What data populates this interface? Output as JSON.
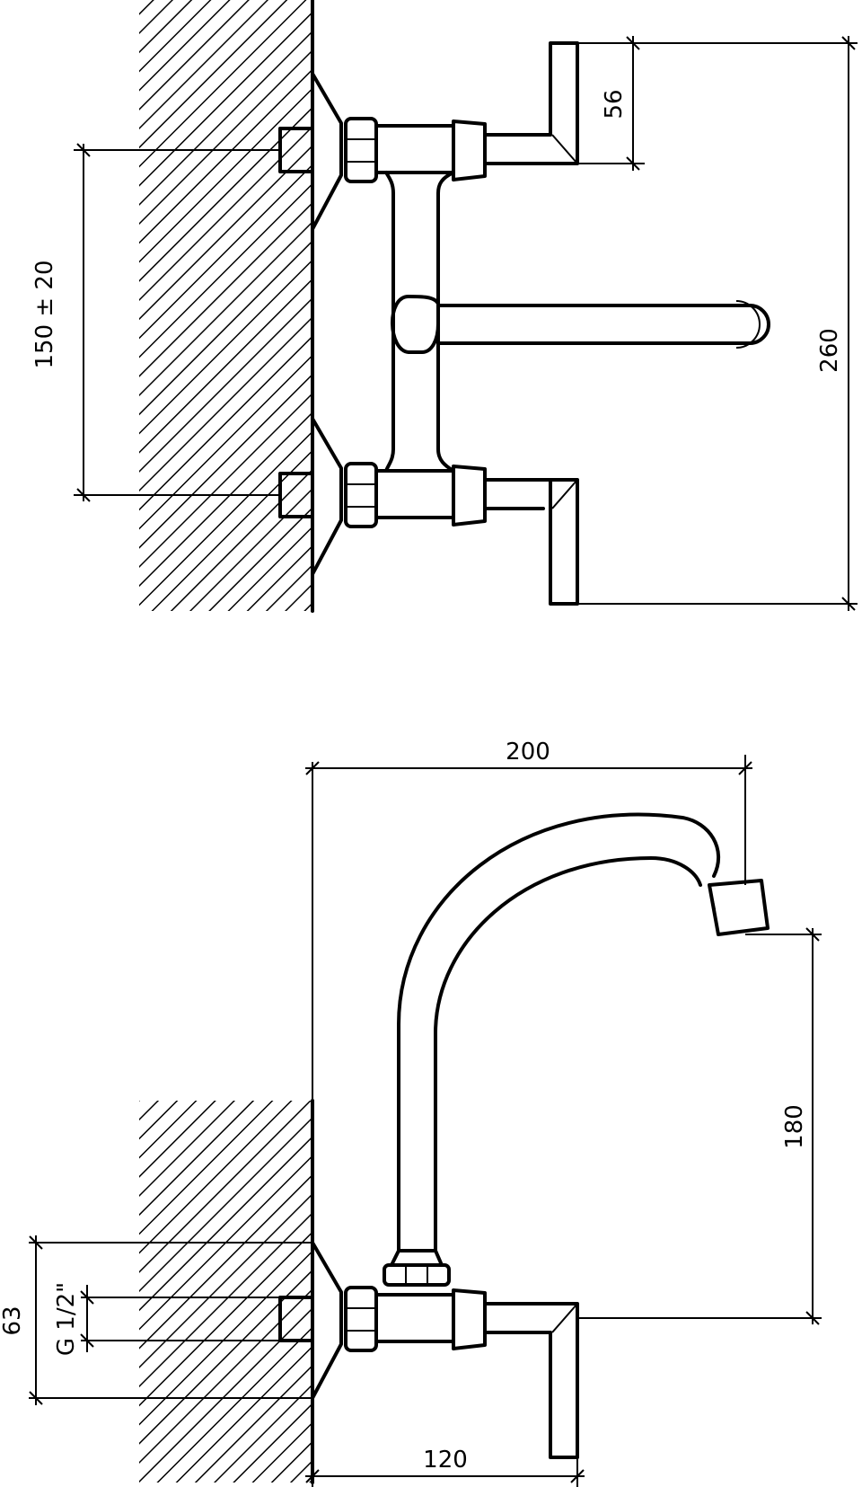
{
  "dimensions": {
    "top_height": "56",
    "total_height": "260",
    "centers": "150 ± 20",
    "projection": "200",
    "spout_height": "180",
    "wall_offset": "120",
    "connection_height": "63",
    "thread": "G 1/2\""
  },
  "colors": {
    "line": "#000000",
    "background": "#ffffff"
  }
}
